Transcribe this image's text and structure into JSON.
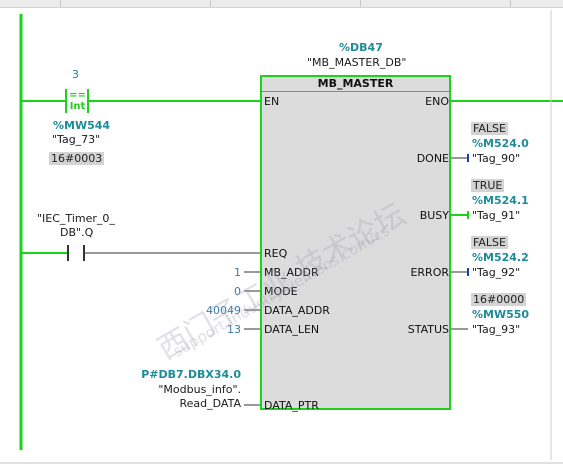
{
  "colors": {
    "power_flow": "#1fd11f",
    "wire_dark": "#333333",
    "tag_teal": "#1e8c97",
    "value_blue": "#3a7ca8",
    "block_fill": "#dcdcdc",
    "badge_fill": "#d3d3d3"
  },
  "block": {
    "instance_address": "%DB47",
    "instance_name": "\"MB_MASTER_DB\"",
    "title": "MB_MASTER",
    "pins_in": [
      "EN",
      "REQ",
      "MB_ADDR",
      "MODE",
      "DATA_ADDR",
      "DATA_LEN",
      "DATA_PTR"
    ],
    "pins_out": [
      "ENO",
      "DONE",
      "BUSY",
      "ERROR",
      "STATUS"
    ]
  },
  "compare": {
    "constant": "3",
    "op_top": "==",
    "op_bottom": "Int",
    "tag_address": "%MW544",
    "tag_name": "\"Tag_73\"",
    "monitor_value": "16#0003"
  },
  "req_contact": {
    "line1": "\"IEC_Timer_0_",
    "line2": "DB\".Q"
  },
  "inputs": {
    "mb_addr": "1",
    "mode": "0",
    "data_addr": "40049",
    "data_len": "13",
    "data_ptr_address": "P#DB7.DBX34.0",
    "data_ptr_line1": "\"Modbus_info\".",
    "data_ptr_line2": "Read_DATA"
  },
  "outputs": {
    "done": {
      "state": "FALSE",
      "address": "%M524.0",
      "tag": "\"Tag_90\""
    },
    "busy": {
      "state": "TRUE",
      "address": "%M524.1",
      "tag": "\"Tag_91\""
    },
    "error": {
      "state": "FALSE",
      "address": "%M524.2",
      "tag": "\"Tag_92\""
    },
    "status": {
      "state": "16#0000",
      "address": "%MW550",
      "tag": "\"Tag_93\""
    }
  },
  "watermark": {
    "chinese": "西门子工业 技术论坛",
    "url": "support.industry.siemens.com/cs"
  }
}
